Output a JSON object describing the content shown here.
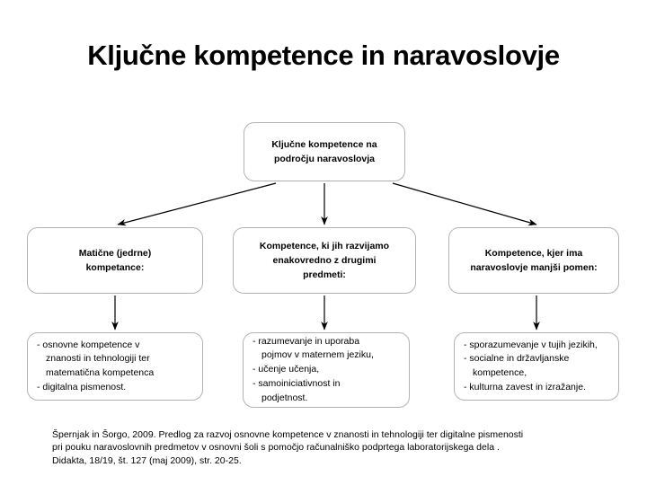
{
  "slide": {
    "title": "Ključne kompetence in naravoslovje",
    "background_color": "#ffffff",
    "text_color": "#000000",
    "box_border_color": "#b3b3b3",
    "connector_color": "#000000"
  },
  "diagram": {
    "type": "flowchart",
    "root": {
      "label": "Ključne kompetence na\npodročju naravoslovja"
    },
    "columns": [
      {
        "header": "Matične (jedrne)\nkompetance:",
        "items": [
          "- osnovne kompetence v\n  znanosti in tehnologiji ter\n  matematična kompetenca",
          "- digitalna pismenost."
        ]
      },
      {
        "header": "Kompetence, ki jih razvijamo\nenakovredno z drugimi\npredmeti:",
        "items": [
          "-  razumevanje in uporaba\n   pojmov v maternem jeziku,",
          "-  učenje učenja,",
          "-  samoiniciativnost in\n   podjetnost."
        ]
      },
      {
        "header": "Kompetence, kjer ima\nnaravoslovje manjši pomen:",
        "items": [
          "-  sporazumevanje v tujih jezikih,",
          "-  socialne in državljanske\n   kompetence,",
          "-  kulturna zavest in izražanje."
        ]
      }
    ]
  },
  "citation": {
    "line1": "Špernjak in Šorgo, 2009. Predlog za razvoj osnovne kompetence v znanosti in tehnologiji ter digitalne pismenosti",
    "line2": "pri pouku naravoslovnih predmetov v osnovni šoli s pomočjo računalniško podprtega laboratorijskega dela .",
    "line3": "Didakta, 18/19, št. 127 (maj 2009), str. 20-25."
  }
}
